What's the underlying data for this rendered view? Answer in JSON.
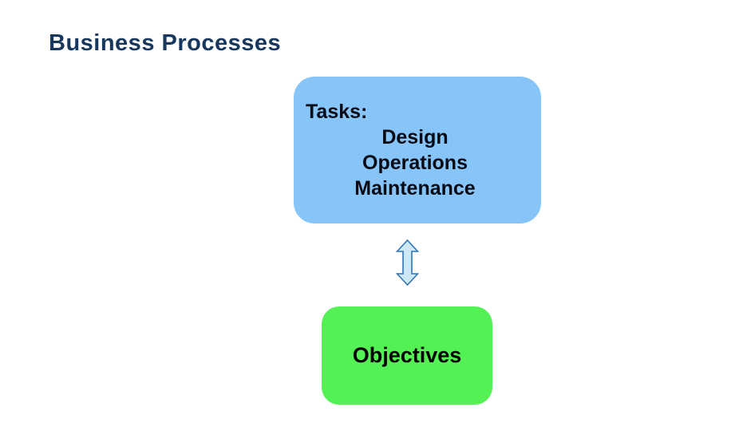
{
  "slide": {
    "title": "Business Processes",
    "tasks_box": {
      "heading": "Tasks:",
      "items": [
        "Design",
        "Operations",
        "Maintenance"
      ],
      "fill": "#87c5f8",
      "text_color": "#050a14"
    },
    "connector": {
      "type": "double-headed-vertical-arrow",
      "fill": "#cde9f8",
      "stroke": "#2e75b6"
    },
    "objectives_box": {
      "label": "Objectives",
      "fill": "#53f153",
      "text_color": "#000000"
    },
    "colors": {
      "title": "#17375d",
      "background": "#ffffff"
    }
  }
}
